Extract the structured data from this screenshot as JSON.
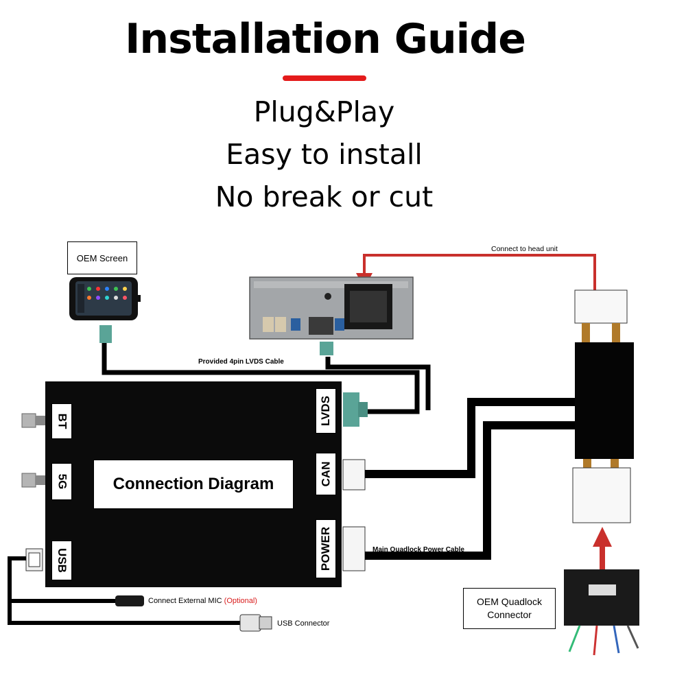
{
  "header": {
    "title": "Installation Guide",
    "features": [
      "Plug&Play",
      "Easy to install",
      "No break or cut"
    ],
    "accent_color": "#e41b1b"
  },
  "diagram": {
    "oem_screen_label": "OEM Screen",
    "head_unit_label": "Connect to head unit",
    "lvds_cable_label": "Provided 4pin LVDS Cable",
    "module_title": "Connection Diagram",
    "ports": {
      "bt": "BT",
      "fiveg": "5G",
      "usb": "USB",
      "lvds": "LVDS",
      "can": "CAN",
      "power": "POWER"
    },
    "power_cable_label": "Main Quadlock Power Cable",
    "mic_label": "Connect External MIC",
    "mic_optional": "(Optional)",
    "usb_connector_label": "USB Connector",
    "quadlock_label_line1": "OEM Quadlock",
    "quadlock_label_line2": "Connector",
    "colors": {
      "arrow": "#c9302c",
      "cable": "#000000",
      "lvds_plug": "#5aa497"
    }
  }
}
